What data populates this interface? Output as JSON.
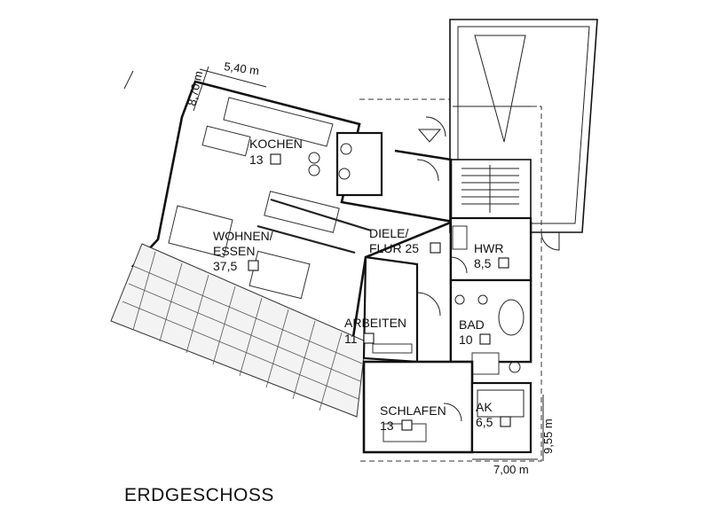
{
  "title": "ERDGESCHOSS",
  "rooms": [
    {
      "id": "kochen",
      "name": "KOCHEN",
      "area": "13"
    },
    {
      "id": "wohnen",
      "name": "WOHNEN/",
      "name2": "ESSEN",
      "area": "37,5"
    },
    {
      "id": "diele",
      "name": "DIELE/",
      "name2": "FLUR 25"
    },
    {
      "id": "hwr",
      "name": "HWR",
      "area": "8,5"
    },
    {
      "id": "bad",
      "name": "BAD",
      "area": "10"
    },
    {
      "id": "arbeiten",
      "name": "ARBEITEN",
      "area": "11"
    },
    {
      "id": "schlafen",
      "name": "SCHLAFEN",
      "area": "13"
    },
    {
      "id": "ak",
      "name": "AK",
      "area": "6,5"
    }
  ],
  "dimensions": {
    "top_width": "5,40 m",
    "top_depth": "8,70 m",
    "right_depth": "9,55 m",
    "bottom_width": "7,00 m"
  }
}
